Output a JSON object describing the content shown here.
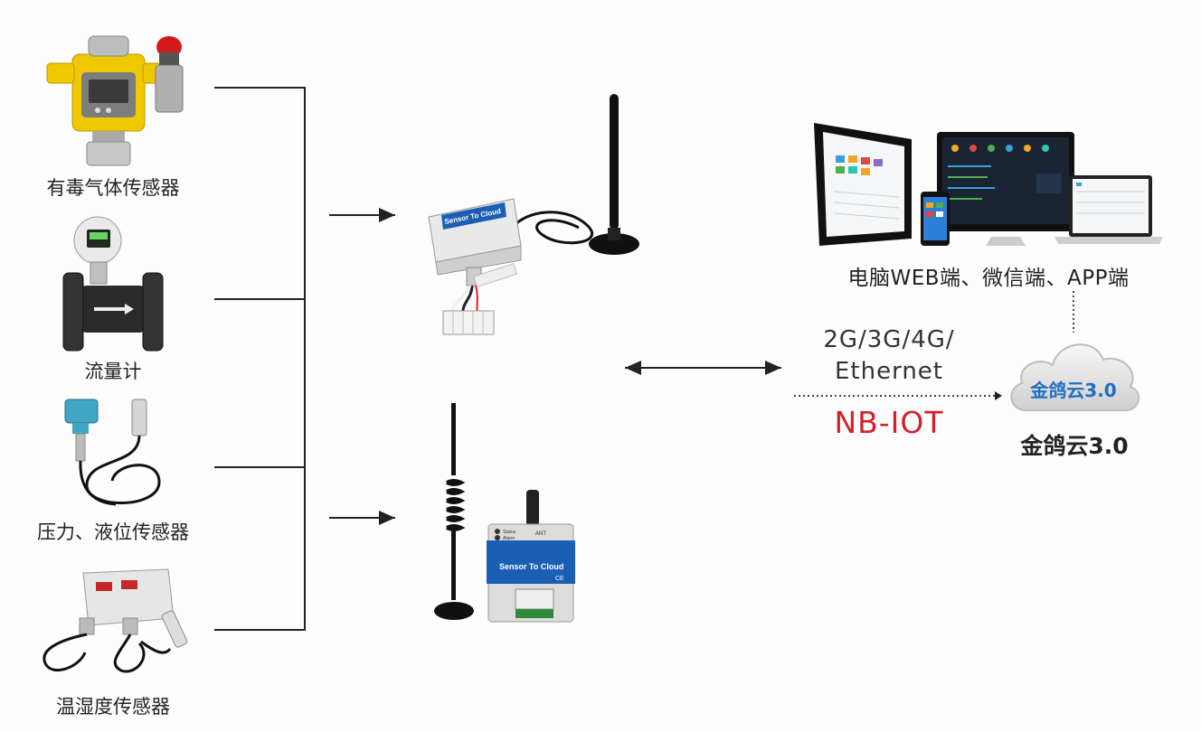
{
  "sensors": [
    {
      "key": "toxic_gas",
      "label": "有毒气体传感器",
      "icon": "gas-detector-icon"
    },
    {
      "key": "flow",
      "label": "流量计",
      "icon": "flowmeter-icon"
    },
    {
      "key": "pressure",
      "label": "压力、液位传感器",
      "icon": "pressure-sensor-icon"
    },
    {
      "key": "temp_humidity",
      "label": "温湿度传感器",
      "icon": "thermo-hygrometer-icon"
    }
  ],
  "gateways": [
    {
      "key": "gateway_top",
      "label": "Sensor To Cloud"
    },
    {
      "key": "gateway_bottom",
      "label": "Sensor To Cloud",
      "status_labels": [
        "Status",
        "Alarm"
      ],
      "ant_label": "ANT",
      "ce_label": "CE"
    }
  ],
  "network": {
    "line1": "2G/3G/4G/",
    "line2": "Ethernet",
    "nbiot": "NB-IOT"
  },
  "cloud": {
    "inner_label": "金鸽云3.0",
    "caption": "金鸽云3.0"
  },
  "clients": {
    "caption": "电脑WEB端、微信端、APP端"
  },
  "colors": {
    "nbiot": "#d42028",
    "cloud_text": "#1e6fc4",
    "gas_yellow": "#f0c800",
    "gateway_blue": "#1a5fb4"
  }
}
